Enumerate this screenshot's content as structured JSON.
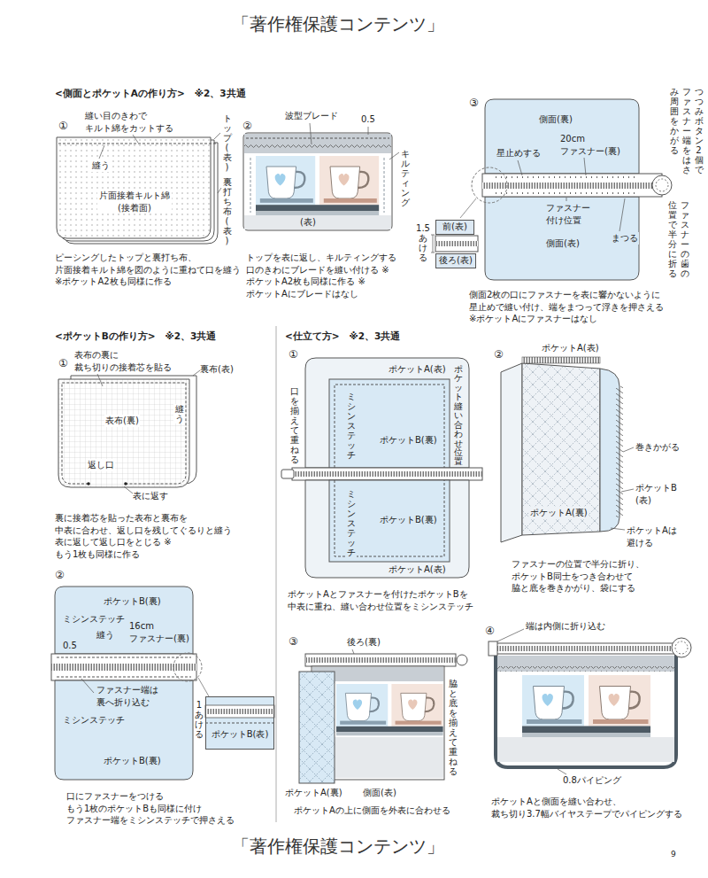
{
  "diagram": {
    "nodes": [
      {
        "text": [
          "前(表)"
        ]
      },
      {
        "text": [
          "後ろ(表)"
        ]
      },
      {
        "text": [
          "ポケットB(表)"
        ]
      }
    ],
    "labels": [
      "「著作権保護コンテンツ」",
      "<側面とポケットAの作り方>　※2、3共通",
      "①",
      "縫い目のきわで キルト綿をカットする",
      "トップ(表)",
      "縫う",
      "片面接着キルト綿 (接着面)",
      "裏打ち布(表)",
      "ピーシングしたトップと裏打ち布、 片面接着キルト綿を図のように重ねて口を縫う ※ポケットA2枚も同様に作る",
      "②",
      "波型ブレード",
      "0.5",
      "キルティング",
      "(表)",
      "トップを表に返し、キルティングする 口のきわにブレードを縫い付ける ※ポケットA2枚も同様に作る ※ポケットAにブレードはなし",
      "③",
      "側面(裏)",
      "星止めする",
      "20cm ファスナー(裏)",
      "ファスナー 付け位置",
      "側面(表)",
      "まつる",
      "1.5 あける",
      "つつみボタン2個で ファスナー端をはさみ 周囲をかがる",
      "ファスナーの歯の 位置で半分に折る",
      "側面2枚の口にファスナーを表に響かないように 星止めで縫い付け、端をまつって浮きを押さえる ※ポケットAにファスナーはなし",
      "<ポケットBの作り方>　※2、3共通",
      "①",
      "表布の裏に 裁ち切りの接着芯を貼る",
      "裏布(表)",
      "表布(裏)",
      "縫う",
      "返し口",
      "表に返す",
      "裏に接着芯を貼った表布と裏布を 中表に合わせ、返し口を残してぐるりと縫う 表に返して返し口をとじる ※もう1枚も同様に作る",
      "②",
      "ポケットB(裏)",
      "ミシンステッチ",
      "縫う",
      "0.5",
      "16cm ファスナー(裏)",
      "ファスナー端は 裏へ折り込む",
      "ミシンステッチ",
      "ポケットB(裏)",
      "1 あける",
      "口にファスナーをつける もう1枚のポケットBも同様に付け ファスナー端をミシンステッチで押さえる",
      "<仕立て方>　※2、3共通",
      "①",
      "ポケットA(表)",
      "ミシンステッチ",
      "ポケットB(裏)",
      "ポケット縫い合わせ位置",
      "口を揃えて重ねる",
      "ポケットB(裏)",
      "ミシンステッチ",
      "ポケットA(表)",
      "ポケットAとファスナーを付けたポケットBを 中表に重ね、縫い合わせ位置をミシンステッチ",
      "②",
      "ポケットA(表)",
      "巻きかがる",
      "ポケットB (表)",
      "ポケットA(裏)",
      "ポケットAは 避ける",
      "ファスナーの位置で半分に折り、 ポケットB同士をつき合わせて 脇と底を巻きかがり、袋にする",
      "③",
      "後ろ(裏)",
      "脇と底を揃えて重ねる",
      "ポケットA(裏)",
      "側面(表)",
      "ポケットAの上に側面を外表に合わせる",
      "④",
      "端は内側に折り込む",
      "0.8パイピング",
      "ポケットAと側面を縫い合わせ、 裁ち切り3.7幅バイヤステープでパイピングする",
      "「著作権保護コンテンツ」",
      "9"
    ]
  }
}
